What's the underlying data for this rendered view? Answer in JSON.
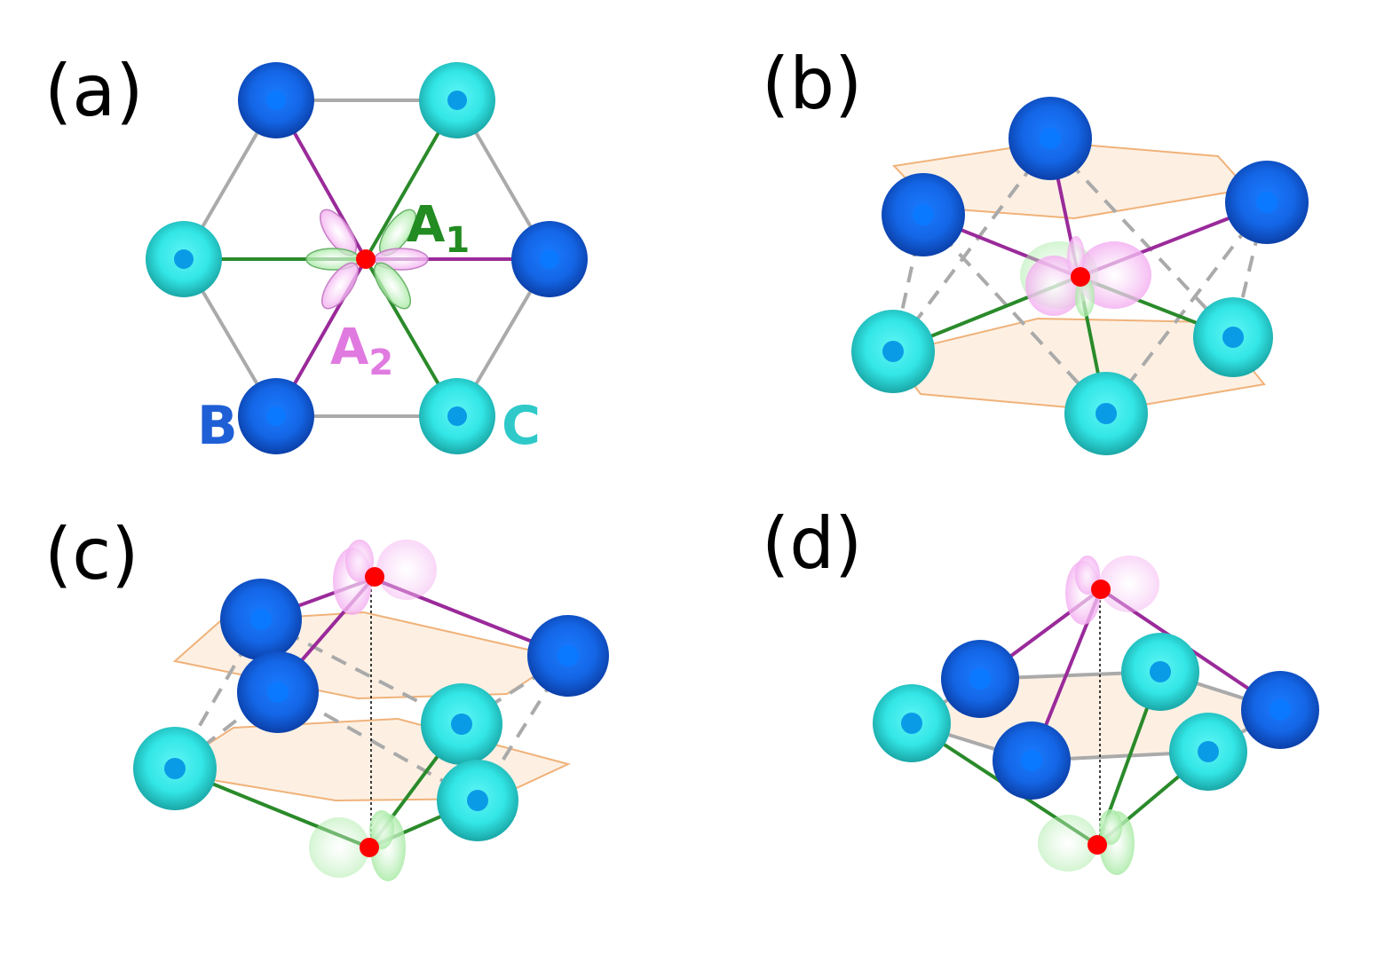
{
  "panels": {
    "a": {
      "label": "(a)"
    },
    "b": {
      "label": "(b)"
    },
    "c": {
      "label": "(c)"
    },
    "d": {
      "label": "(d)"
    }
  },
  "symbols": {
    "a1": {
      "letter": "A",
      "sub": "1",
      "color": "#228b22"
    },
    "a2": {
      "letter": "A",
      "sub": "2",
      "color": "#e07ae0"
    },
    "b": {
      "letter": "B",
      "color": "#1f5fd6"
    },
    "c": {
      "letter": "C",
      "color": "#2fc9c9"
    }
  },
  "colors": {
    "atom_b": "#1466e6",
    "atom_c": "#33e6e6",
    "center_atom": "#ff0000",
    "bond_a1": "#2a8a2a",
    "bond_a2": "#9a2a9a",
    "bond_grey": "#aaaaaa",
    "plane": "#fbe4cc",
    "lobe_pink": "#f2a6ef",
    "lobe_green": "#aeeaa6"
  }
}
